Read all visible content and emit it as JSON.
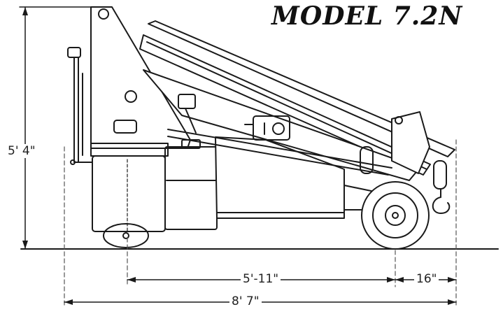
{
  "title": "MODEL 7.2N",
  "dimensions": {
    "overall_height": "5' 4\"",
    "wheelbase": "5'-11\"",
    "front_overhang": "16\"",
    "overall_length": "8' 7\""
  },
  "colors": {
    "line": "#1a1a1a",
    "fill": "#ffffff",
    "guide": "#555555"
  }
}
